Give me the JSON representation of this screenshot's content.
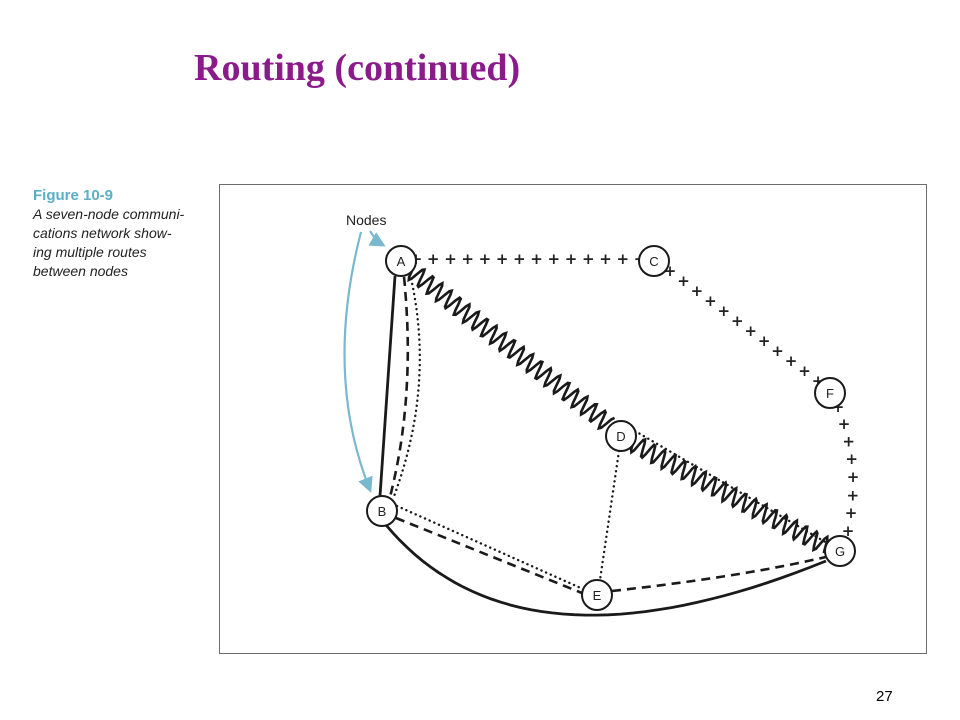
{
  "slide": {
    "title": "Routing (continued)",
    "page_number": "27",
    "title_color": "#8b1a8b"
  },
  "caption": {
    "label": "Figure 10-9",
    "lines": [
      "A seven-node communi-",
      "cations network show-",
      "ing multiple routes",
      "between nodes"
    ],
    "label_color": "#5aaec6"
  },
  "diagram": {
    "pointer_label": "Nodes",
    "pointer_color": "#7ab8cf",
    "nodes": [
      {
        "id": "A",
        "label": "A"
      },
      {
        "id": "B",
        "label": "B"
      },
      {
        "id": "C",
        "label": "C"
      },
      {
        "id": "D",
        "label": "D"
      },
      {
        "id": "E",
        "label": "E"
      },
      {
        "id": "F",
        "label": "F"
      },
      {
        "id": "G",
        "label": "G"
      }
    ],
    "routes": [
      {
        "from": "A",
        "to": "C",
        "style": "plus"
      },
      {
        "from": "C",
        "to": "F",
        "style": "plus"
      },
      {
        "from": "F",
        "to": "G",
        "style": "plus"
      },
      {
        "from": "A",
        "to": "D",
        "style": "wavy"
      },
      {
        "from": "D",
        "to": "G",
        "style": "wavy"
      },
      {
        "from": "A",
        "to": "B",
        "style": "solid"
      },
      {
        "from": "B",
        "to": "G",
        "style": "solid"
      },
      {
        "from": "A",
        "to": "B",
        "style": "dashed"
      },
      {
        "from": "B",
        "to": "E",
        "style": "dashed"
      },
      {
        "from": "E",
        "to": "G",
        "style": "dashed"
      },
      {
        "from": "A",
        "to": "B",
        "style": "dotted"
      },
      {
        "from": "B",
        "to": "E",
        "style": "dotted"
      },
      {
        "from": "D",
        "to": "E",
        "style": "dotted"
      },
      {
        "from": "D",
        "to": "G",
        "style": "dotted"
      }
    ]
  }
}
